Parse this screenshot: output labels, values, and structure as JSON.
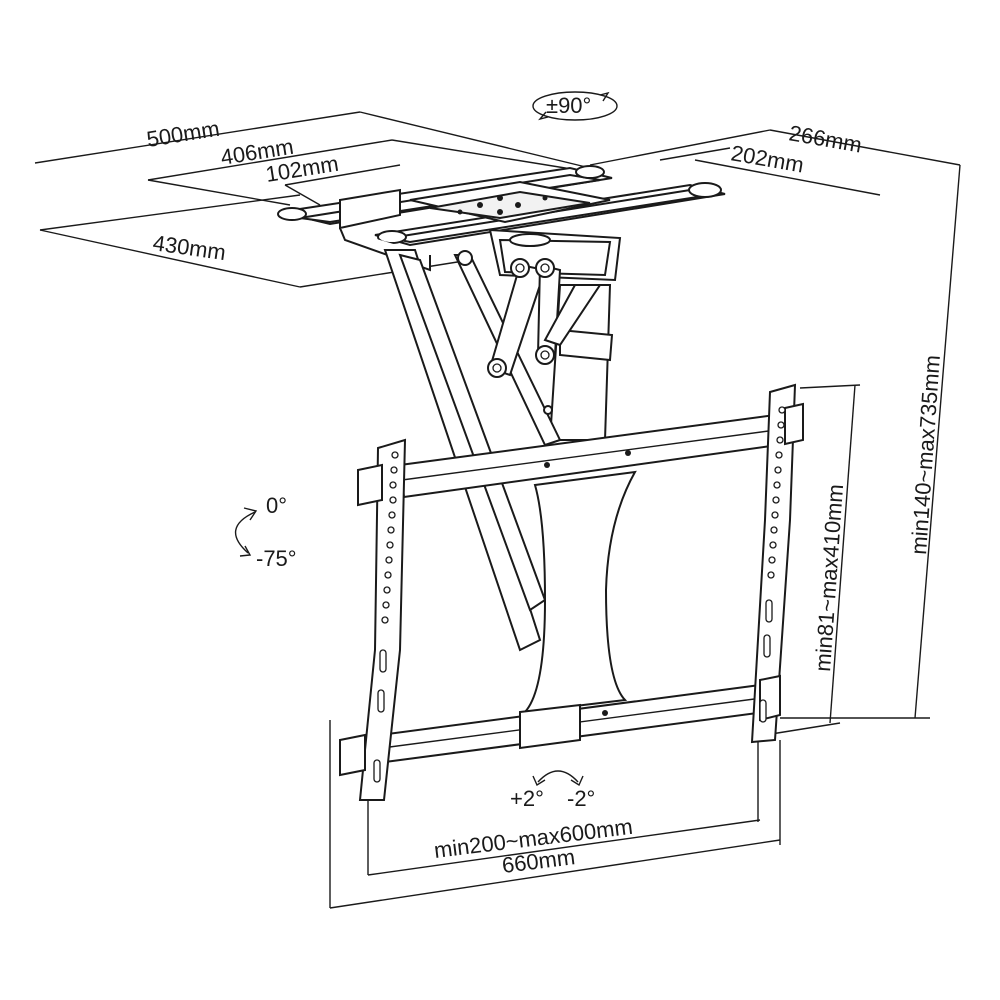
{
  "dimensions": {
    "rotation_top": "±90°",
    "width_500": "500mm",
    "width_406": "406mm",
    "width_102": "102mm",
    "depth_266": "266mm",
    "depth_202": "202mm",
    "depth_430": "430mm",
    "height_drop": "min140~max735mm",
    "height_vesa": "min81~max410mm",
    "tilt_top": "0°",
    "tilt_bottom": "-75°",
    "level_plus": "+2°",
    "level_minus": "-2°",
    "vesa_width": "min200~max600mm",
    "total_width": "660mm"
  },
  "colors": {
    "line": "#1a1a1a",
    "background": "#ffffff"
  }
}
